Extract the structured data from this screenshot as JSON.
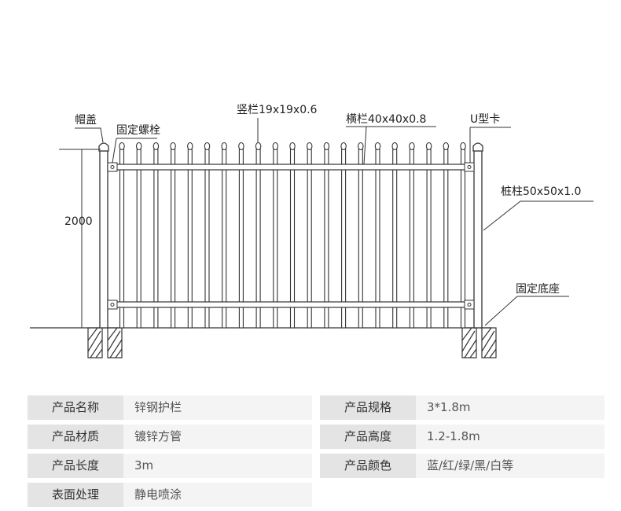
{
  "diagram": {
    "labels": {
      "cap": "帽盖",
      "bolt": "固定螺栓",
      "vertical_bar": "竖栏19x19x0.6",
      "horizontal_bar": "横栏40x40x0.8",
      "u_clip": "U型卡",
      "post": "桩柱50x50x1.0",
      "height_dim": "2000",
      "base": "固定底座"
    },
    "line_color": "#333333"
  },
  "specs": {
    "left": [
      {
        "key": "产品名称",
        "value": "锌钢护栏"
      },
      {
        "key": "产品材质",
        "value": "镀锌方管"
      },
      {
        "key": "产品长度",
        "value": "3m"
      },
      {
        "key": "表面处理",
        "value": "静电喷涂"
      }
    ],
    "right": [
      {
        "key": "产品规格",
        "value": "3*1.8m"
      },
      {
        "key": "产品高度",
        "value": "1.2-1.8m"
      },
      {
        "key": "产品颜色",
        "value": "蓝/红/绿/黑/白等"
      }
    ]
  }
}
